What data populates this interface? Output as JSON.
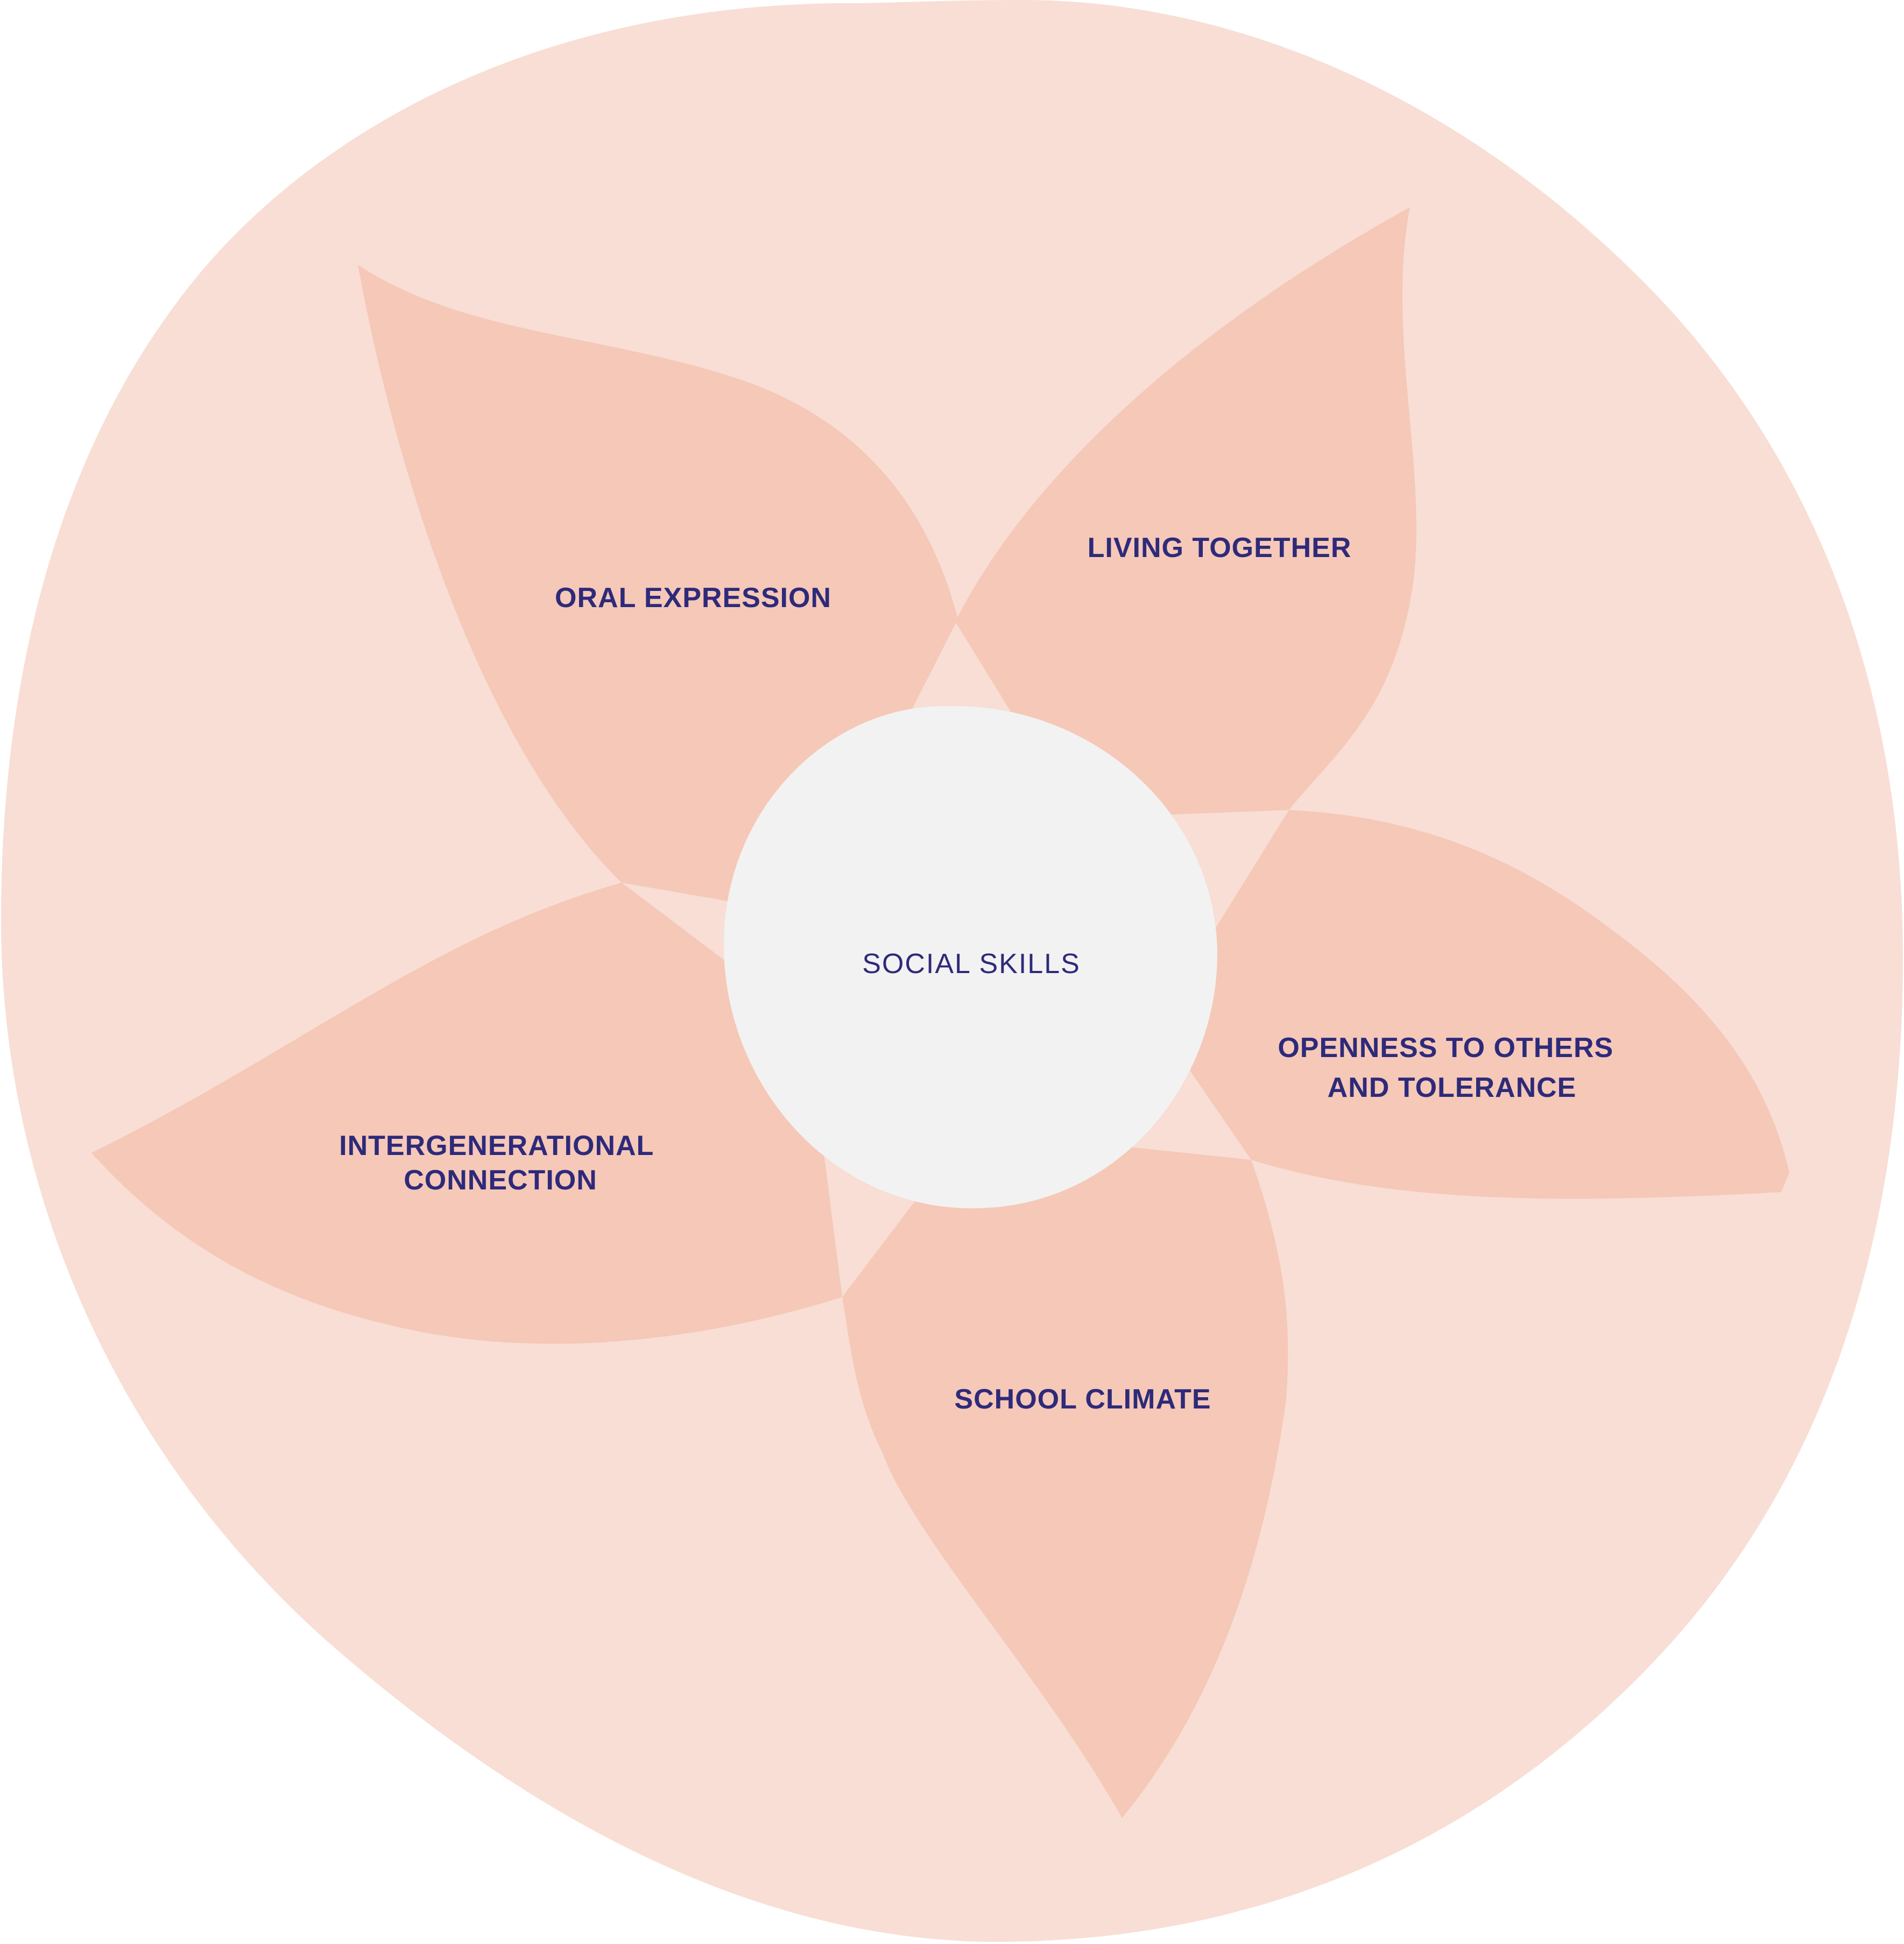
{
  "diagram": {
    "colors": {
      "background_circle": "#F8DED4",
      "petal": "#F5C8B8",
      "center": "#F2F2F2",
      "text": "#2E2A7A"
    },
    "center": {
      "label": "SOCIAL SKILLS"
    },
    "petals": [
      {
        "id": "oral-expression",
        "lines": [
          "ORAL EXPRESSION"
        ]
      },
      {
        "id": "living-together",
        "lines": [
          "LIVING TOGETHER"
        ]
      },
      {
        "id": "openness",
        "lines": [
          "OPENNESS TO OTHERS",
          "AND TOLERANCE"
        ]
      },
      {
        "id": "school-climate",
        "lines": [
          "SCHOOL CLIMATE"
        ]
      },
      {
        "id": "intergenerational",
        "lines": [
          "INTERGENERATIONAL",
          "CONNECTION"
        ]
      }
    ]
  }
}
